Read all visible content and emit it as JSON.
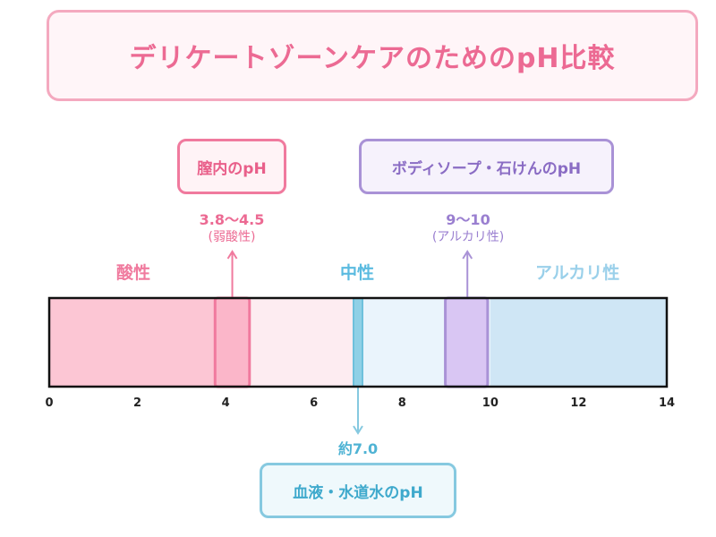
{
  "title": "デリケートゾーンケアのためのpH比較",
  "zones": {
    "acid": "酸性",
    "neutral": "中性",
    "alkali": "アルカリ性"
  },
  "scale": {
    "min": 0,
    "max": 14,
    "ticks": [
      0,
      2,
      4,
      6,
      8,
      10,
      12,
      14
    ]
  },
  "items": {
    "vagina": {
      "label": "膣内のpH",
      "value": "3.8〜4.5",
      "sub": "(弱酸性)",
      "range": [
        3.8,
        4.5
      ]
    },
    "soap": {
      "label": "ボディソープ・石けんのpH",
      "value": "9〜10",
      "sub": "(アルカリ性)",
      "range": [
        9,
        10
      ]
    },
    "blood": {
      "label": "血液・水道水のpH",
      "value": "約7.0",
      "range": [
        7.0,
        7.0
      ]
    }
  },
  "colors": {
    "acid_fill": "#fcc6d4",
    "acid_light": "#fdecf1",
    "neutral_light": "#eaf4fc",
    "alkali_fill": "#cfe6f5",
    "pink": "#f07a9e",
    "purple": "#a992d6",
    "blue": "#86c9e0"
  }
}
